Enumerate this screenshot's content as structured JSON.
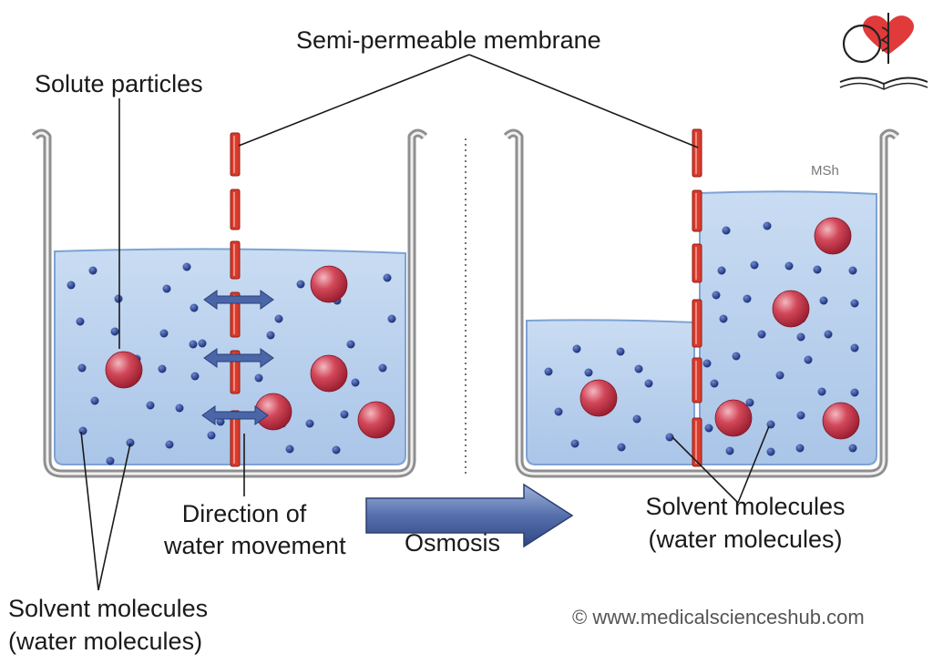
{
  "labels": {
    "membrane": "Semi-permeable membrane",
    "solute": "Solute particles",
    "direction_line1": "Direction of",
    "direction_line2": "water movement",
    "osmosis": "Osmosis",
    "solvent_left_line1": "Solvent molecules",
    "solvent_left_line2": "(water molecules)",
    "solvent_right_line1": "Solvent molecules",
    "solvent_right_line2": "(water molecules)",
    "watermark": "MSh",
    "copyright": "© www.medicalscienceshub.com"
  },
  "icons": {
    "logo": "heart-caduceus-stethoscope-book-logo"
  },
  "colors": {
    "water": "#bcd3ee",
    "membrane": "#d83a2c",
    "solute": "#c8394a",
    "solvent": "#243d8f",
    "arrow": "#4b66a6"
  }
}
